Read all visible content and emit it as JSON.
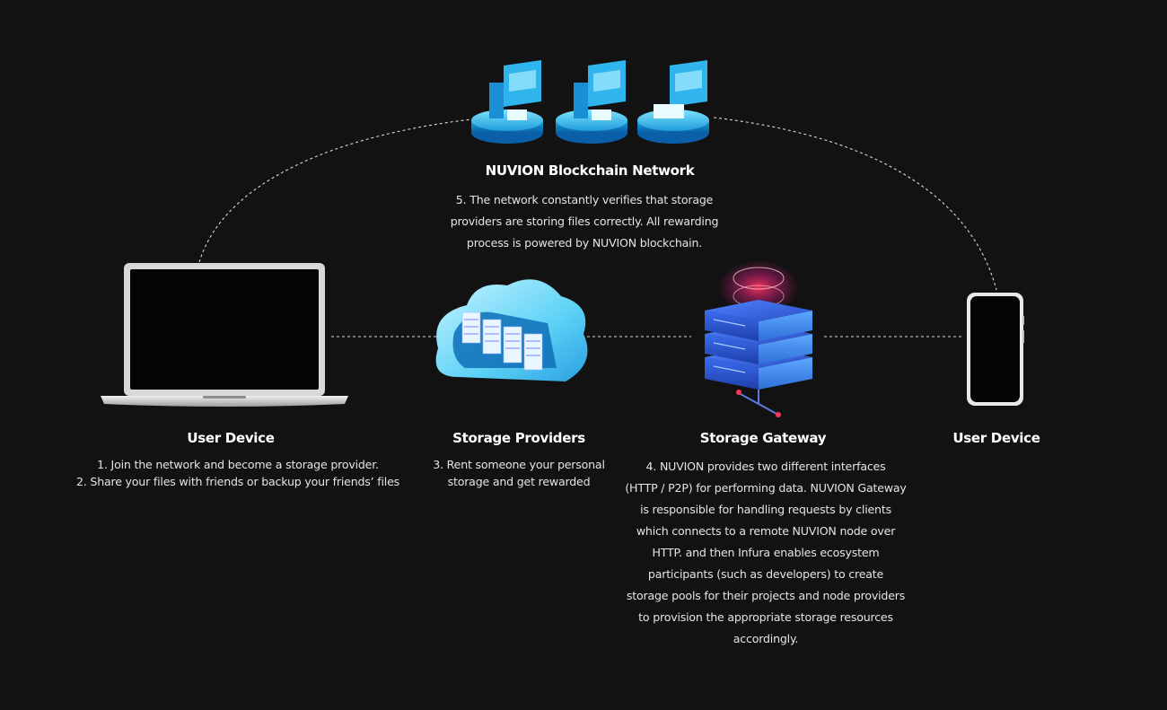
{
  "network": {
    "title": "NUVION Blockchain Network",
    "lines": [
      "5. The network constantly verifies that storage",
      "providers are storing files correctly. All rewarding",
      "process is powered by NUVION blockchain."
    ]
  },
  "user_device_left": {
    "title": "User Device",
    "lines": [
      "1. Join the network and become a storage provider.",
      "2. Share your files with friends or backup your friends’ files"
    ]
  },
  "storage_providers": {
    "title": "Storage Providers",
    "lines": [
      "3. Rent someone your personal",
      "storage and get rewarded"
    ]
  },
  "storage_gateway": {
    "title": "Storage Gateway",
    "lines": [
      "4. NUVION provides two different interfaces",
      "(HTTP / P2P) for performing data. NUVION Gateway",
      "is responsible for handling requests by clients",
      "which connects to a remote NUVION node over",
      "HTTP. and then Infura enables ecosystem",
      "participants (such as developers) to create",
      "storage pools for their projects and node providers",
      "to provision the appropriate storage resources",
      "accordingly."
    ]
  },
  "user_device_right": {
    "title": "User Device"
  },
  "icons": [
    "blockchain-node-icon",
    "laptop-icon",
    "cloud-storage-icon",
    "server-gateway-icon",
    "smartphone-icon"
  ],
  "colors": {
    "background": "#121212",
    "connector": "#d9d9d9",
    "accent_cyan": "#3fc6ef",
    "accent_blue": "#2a56c8",
    "accent_red": "#ff3355"
  }
}
